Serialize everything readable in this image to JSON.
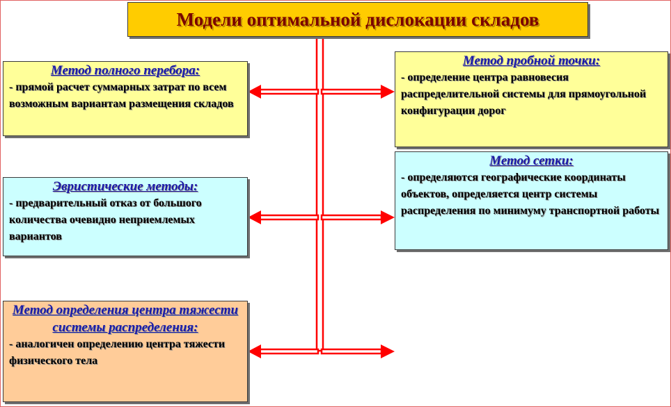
{
  "title": "Модели оптимальной дислокации складов",
  "boxes": {
    "full_search": {
      "heading": "Метод полного перебора:",
      "text": "- прямой расчет суммарных затрат по всем возможным вариантам размещения складов"
    },
    "trial_point": {
      "heading": "Метод пробной точки:",
      "text": "- определение центра равновесия распределительной системы для прямоугольной конфигурации дорог"
    },
    "heuristic": {
      "heading": "Эвристические методы:",
      "text": "- предварительный отказ от большого количества очевидно неприемлемых вариантов"
    },
    "grid": {
      "heading": "Метод сетки:",
      "text": "- определяются географические координаты объектов, определяется центр системы распределения по минимуму транспортной работы"
    },
    "gravity_center": {
      "heading": "Метод определения центра тяжести системы распределения:",
      "text": "- аналогичен определению центра тяжести физического тела"
    }
  },
  "colors": {
    "title_bg": "#ffcc00",
    "title_text": "#7a0000",
    "yellow_box": "#ffff99",
    "cyan_box": "#ccffff",
    "peach_box": "#ffcc99",
    "heading_text": "#1a1aa8",
    "arrow": "#ff0000"
  }
}
